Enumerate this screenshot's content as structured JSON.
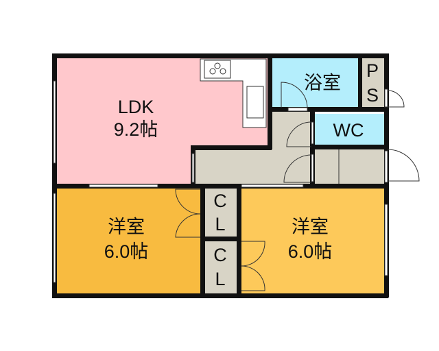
{
  "rooms": {
    "ldk": {
      "name": "LDK",
      "size": "9.2帖",
      "color": "#ffc8cc"
    },
    "bath": {
      "name": "浴室",
      "color": "#b4eefc"
    },
    "ps": {
      "line1": "P",
      "line2": "S",
      "color": "#d8d4c6"
    },
    "wc": {
      "name": "WC",
      "color": "#b4eefc"
    },
    "western_left": {
      "name": "洋室",
      "size": "6.0帖",
      "color": "#f8bb40"
    },
    "western_right": {
      "name": "洋室",
      "size": "6.0帖",
      "color": "#fdc95a"
    },
    "closet_upper": {
      "line1": "C",
      "line2": "L"
    },
    "closet_lower": {
      "line1": "C",
      "line2": "L"
    },
    "hallway": {
      "color": "#d8d4c6"
    }
  }
}
